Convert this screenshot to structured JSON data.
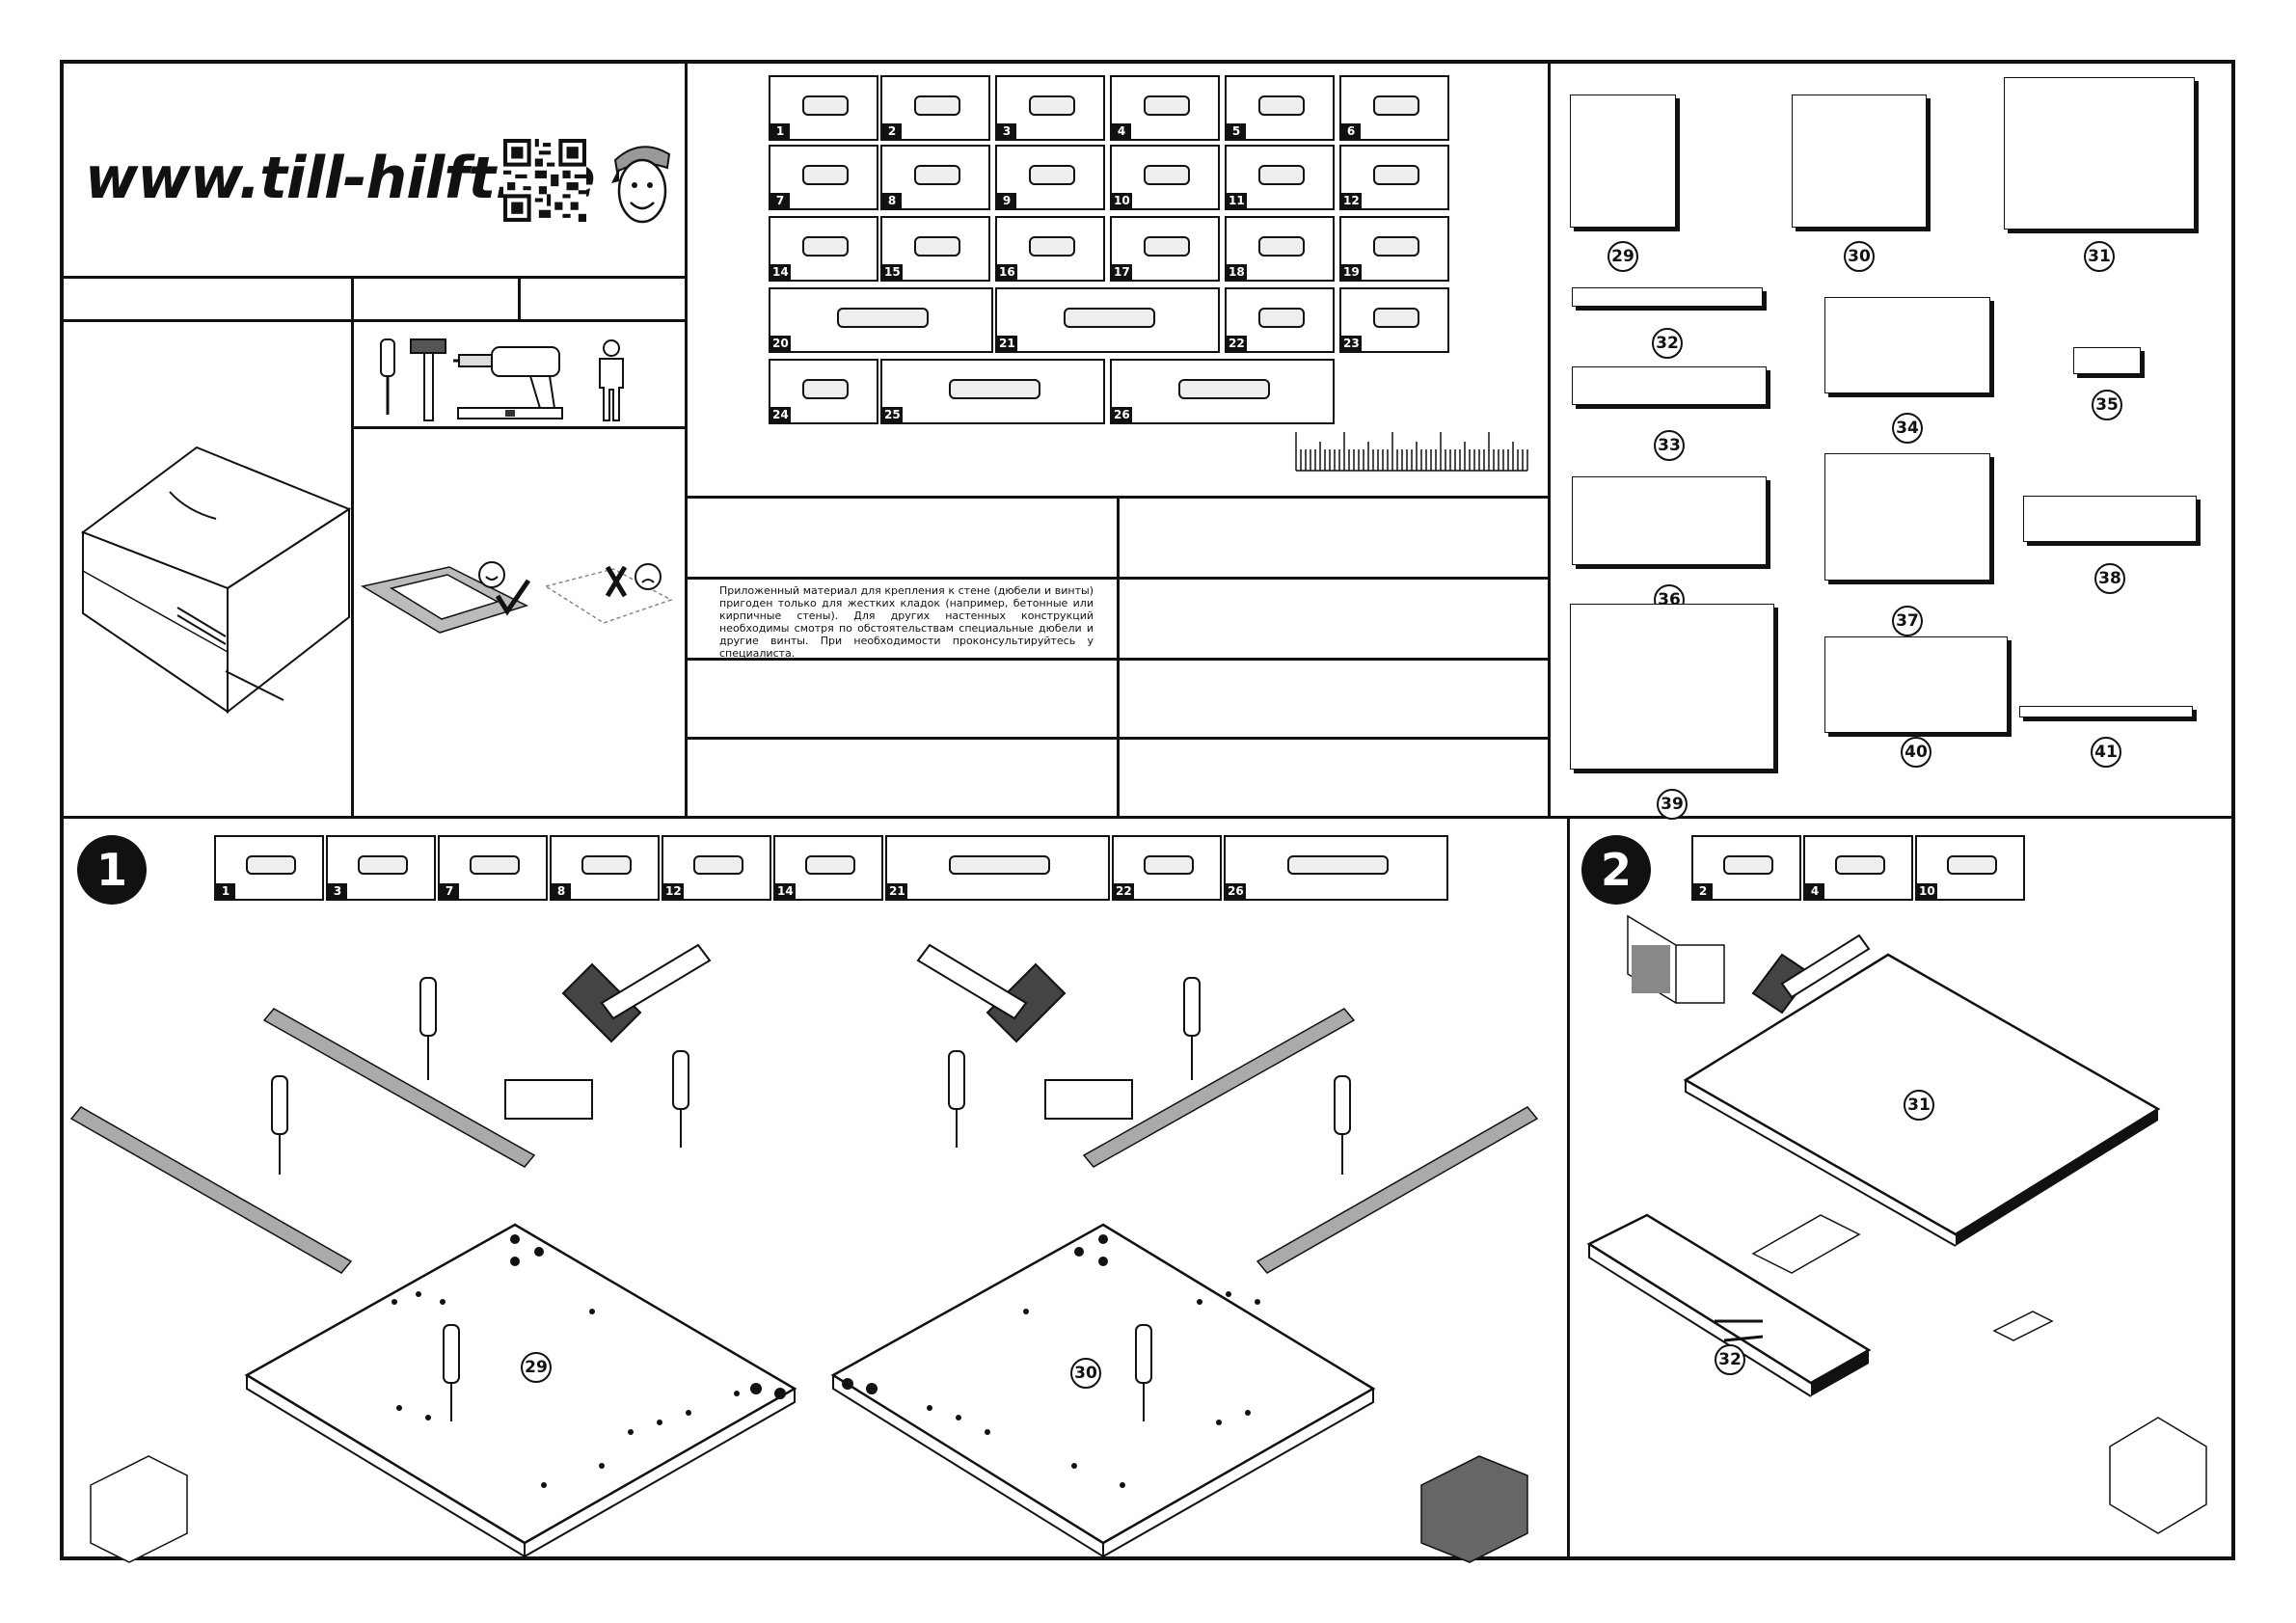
{
  "header": {
    "website": "www.till-hilft.de"
  },
  "notice_text": "Приложенный материал для крепления к стене (дюбели и винты) пригоден только для жестких кладок (например, бетонные или кирпичные стены). Для других настенных конструкций необходимы смотря по обстоятельствам специальные дюбели и другие винты. При необходимости проконсультируйтесь у специалиста.",
  "hardware_parts": [
    "1",
    "2",
    "3",
    "4",
    "5",
    "6",
    "7",
    "8",
    "9",
    "10",
    "11",
    "12",
    "14",
    "15",
    "16",
    "17",
    "18",
    "19",
    "20",
    "21",
    "22",
    "23",
    "24",
    "25",
    "26"
  ],
  "panel_parts": [
    "29",
    "30",
    "31",
    "32",
    "33",
    "34",
    "35",
    "36",
    "37",
    "38",
    "39",
    "40",
    "41"
  ],
  "steps": [
    {
      "number": "1",
      "parts": [
        "1",
        "3",
        "7",
        "8",
        "12",
        "14",
        "21",
        "22",
        "26"
      ],
      "panels": [
        "29",
        "30"
      ]
    },
    {
      "number": "2",
      "parts": [
        "2",
        "4",
        "10"
      ],
      "panels": [
        "31",
        "32"
      ]
    }
  ],
  "icons": [
    "qr-code-icon",
    "mascot-icon",
    "screwdriver-icon",
    "hammer-icon",
    "drill-icon",
    "level-icon",
    "person-icon",
    "smiley-icon",
    "sad-icon",
    "cabinet-icon"
  ]
}
